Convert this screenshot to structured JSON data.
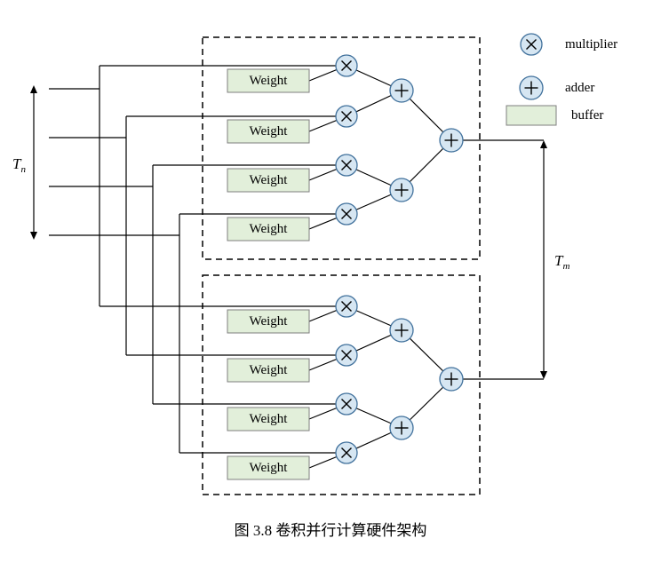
{
  "figure": {
    "caption": "图 3.8 卷积并行计算硬件架构"
  },
  "legend": {
    "items": [
      {
        "symbol": "multiplier-icon",
        "label": "multiplier"
      },
      {
        "symbol": "adder-icon",
        "label": "adder"
      },
      {
        "symbol": "buffer-swatch",
        "label": "buffer"
      }
    ]
  },
  "annotations": {
    "tn": {
      "base": "T",
      "sub": "n"
    },
    "tm": {
      "base": "T",
      "sub": "m"
    }
  },
  "groups": [
    {
      "id": "top-pe-group",
      "weights": [
        "Weight",
        "Weight",
        "Weight",
        "Weight"
      ]
    },
    {
      "id": "bottom-pe-group",
      "weights": [
        "Weight",
        "Weight",
        "Weight",
        "Weight"
      ]
    }
  ],
  "colors": {
    "buffer_fill": "#e2efda",
    "node_fill": "#d6e6f2",
    "node_stroke": "#41719c",
    "line": "#000000",
    "background": "#ffffff"
  }
}
